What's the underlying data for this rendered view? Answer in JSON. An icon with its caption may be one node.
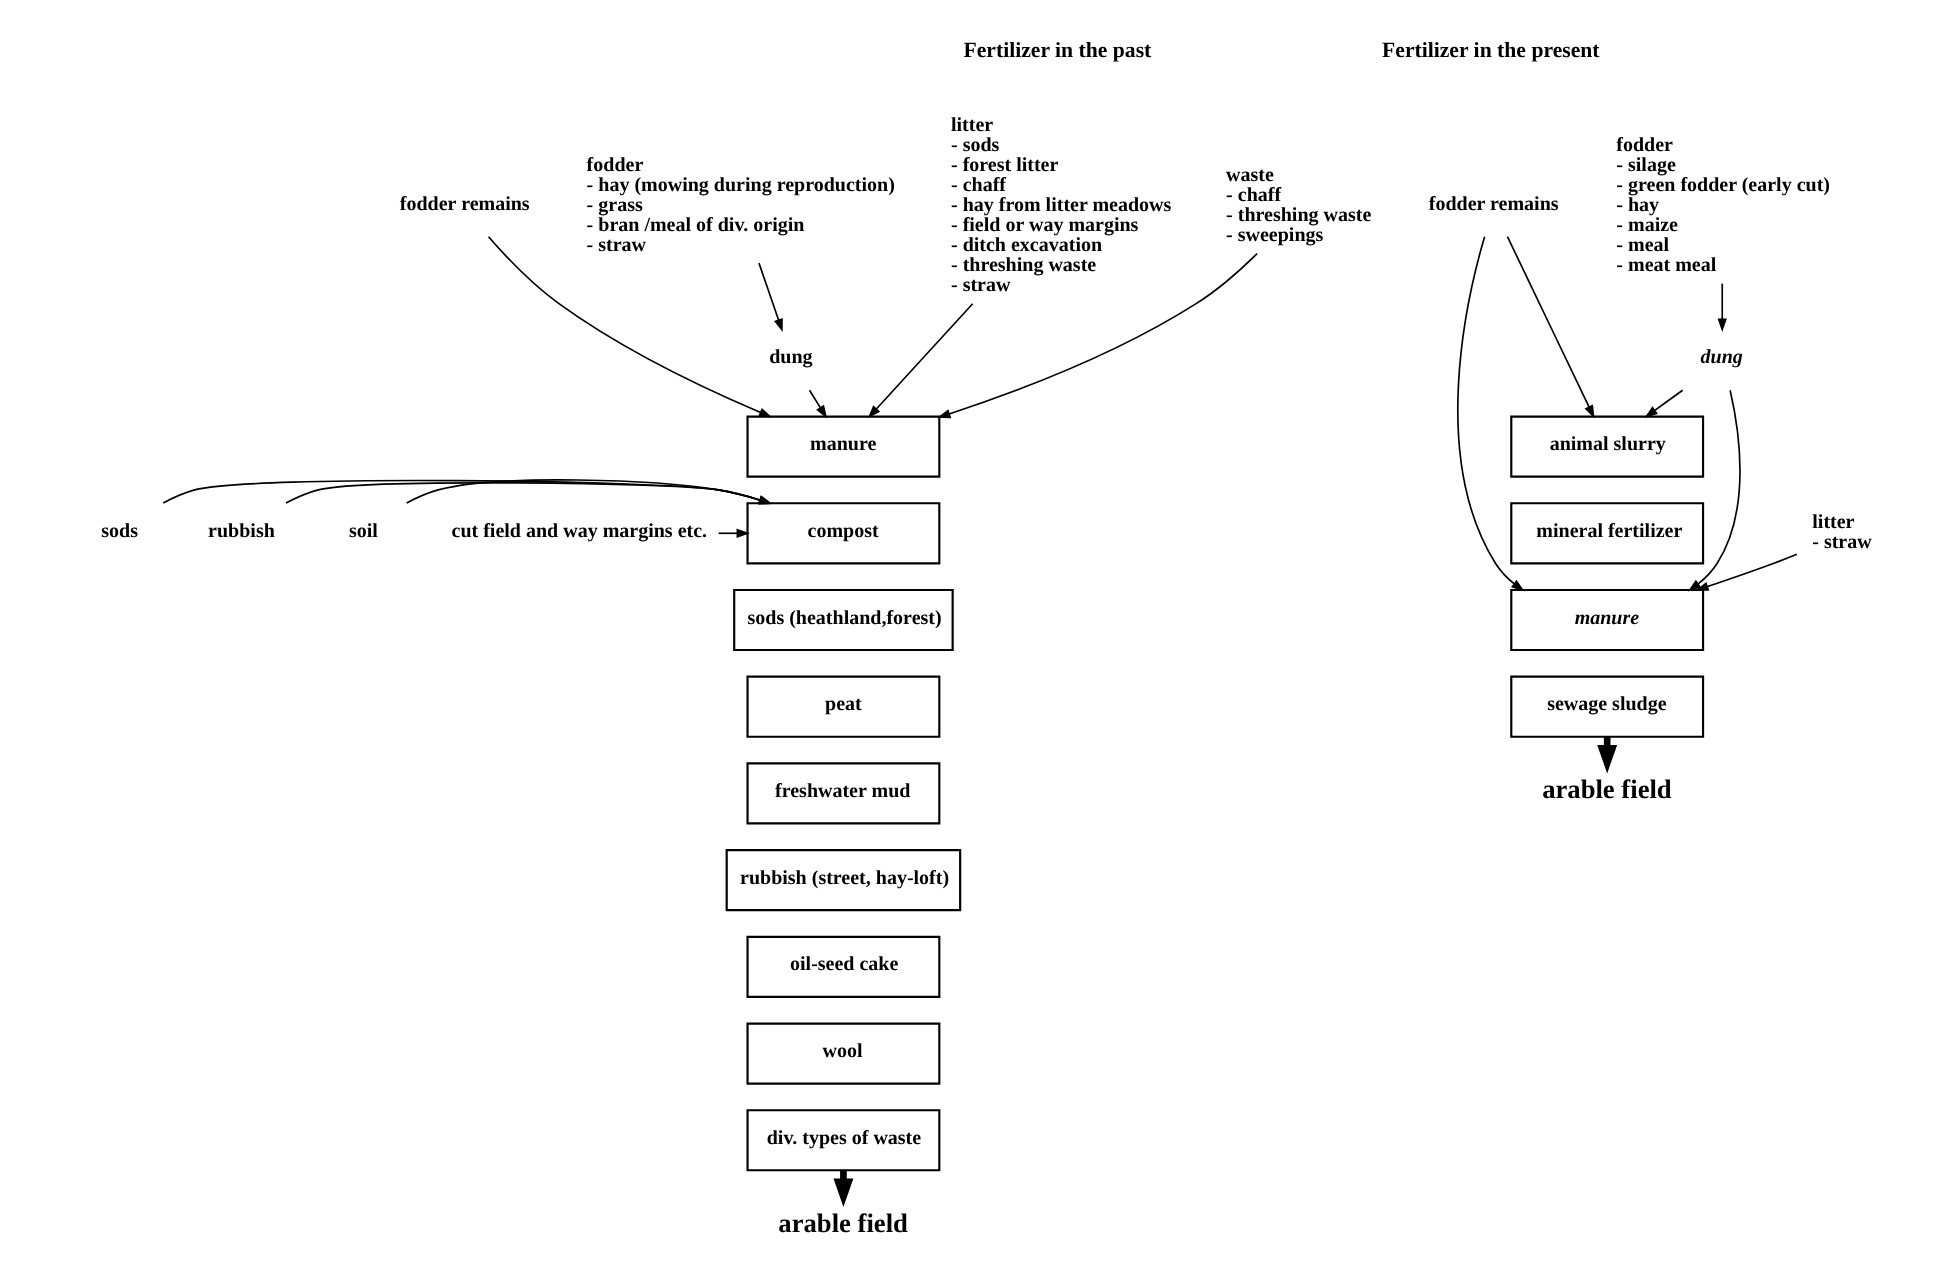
{
  "diagram": {
    "nodes": [
      {
        "text": [
          "litter",
          "- sods",
          "- forest litter",
          "- chaff",
          "- hay from litter meadows",
          "- field or way margins",
          "- ditch excavation",
          "- threshing waste",
          "- straw"
        ]
      },
      {
        "text": [
          "waste",
          "- chaff",
          "- threshing waste",
          "- sweepings"
        ]
      },
      {
        "text": [
          "fodder remains"
        ]
      },
      {
        "text": [
          "fodder",
          "- hay (mowing during reproduction)",
          "- grass",
          "- bran /meal of div. origin",
          "- straw"
        ]
      },
      {
        "text": [
          "dung"
        ]
      },
      {
        "text": [
          "manure"
        ]
      },
      {
        "text": [
          "compost"
        ]
      },
      {
        "text": [
          "sods"
        ]
      },
      {
        "text": [
          "rubbish"
        ]
      },
      {
        "text": [
          "soil"
        ]
      },
      {
        "text": [
          "cut field and way margins etc."
        ]
      },
      {
        "text": [
          "sods (heathland,forest)"
        ]
      },
      {
        "text": [
          "peat"
        ]
      },
      {
        "text": [
          "freshwater mud"
        ]
      },
      {
        "text": [
          "rubbish (street, hay-loft)"
        ]
      },
      {
        "text": [
          "oil-seed cake"
        ]
      },
      {
        "text": [
          "wool"
        ]
      },
      {
        "text": [
          "div. types of waste"
        ]
      },
      {
        "text": [
          "arable field"
        ]
      },
      {
        "text": [
          "fodder remains"
        ]
      },
      {
        "text": [
          "fodder",
          "- silage",
          "- green fodder (early cut)",
          "- hay",
          "- maize",
          "- meal",
          "- meat meal"
        ]
      },
      {
        "text": [
          "animal slurry"
        ]
      },
      {
        "text": [
          "mineral fertilizer"
        ]
      },
      {
        "text": [
          "dung"
        ]
      },
      {
        "text": [
          "litter",
          "- straw"
        ]
      },
      {
        "text": [
          "manure"
        ]
      },
      {
        "text": [
          "sewage sludge"
        ]
      },
      {
        "text": [
          "arable field"
        ]
      }
    ],
    "edges": [
      {
        "from": 0,
        "to": 5,
        "arrow": "to"
      },
      {
        "from": 1,
        "to": 5,
        "arrow": "to"
      },
      {
        "from": 2,
        "to": 5,
        "arrow": "to"
      },
      {
        "from": 3,
        "to": 4,
        "arrow": "to"
      },
      {
        "from": 4,
        "to": 5,
        "arrow": "to"
      },
      {
        "from": 7,
        "to": 6,
        "arrow": "to"
      },
      {
        "from": 8,
        "to": 6,
        "arrow": "to"
      },
      {
        "from": 9,
        "to": 6,
        "arrow": "to"
      },
      {
        "from": 10,
        "to": 6,
        "arrow": "to"
      },
      {
        "from": 17,
        "to": 18,
        "arrow": "to",
        "style": "thick"
      },
      {
        "from": 19,
        "to": 21,
        "arrow": "to"
      },
      {
        "from": 19,
        "to": 25,
        "arrow": "to"
      },
      {
        "from": 20,
        "to": 23,
        "arrow": "to"
      },
      {
        "from": 23,
        "to": 21,
        "arrow": "to"
      },
      {
        "from": 23,
        "to": 25,
        "arrow": "to"
      },
      {
        "from": 24,
        "to": 25,
        "arrow": "to"
      },
      {
        "from": 26,
        "to": 27,
        "arrow": "to",
        "style": "thick"
      }
    ],
    "labels": [
      "Fertilizer in the past",
      "Fertilizer in the present"
    ]
  }
}
